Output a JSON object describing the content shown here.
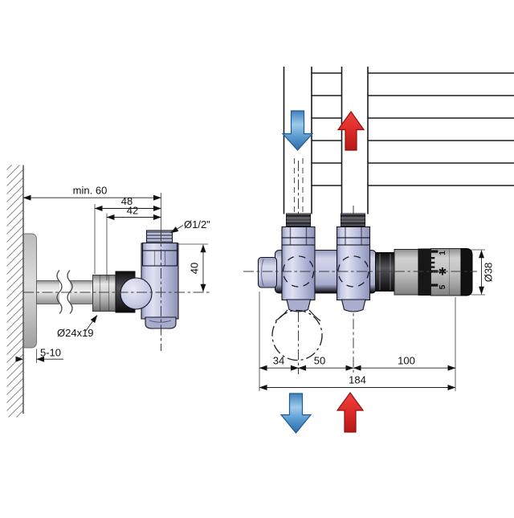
{
  "diagram": {
    "type": "technical-drawing",
    "subject": "radiator-valve-installation",
    "left_view": {
      "dim_wall_to_axis": "min. 60",
      "dim_48": "48",
      "dim_42": "42",
      "thread_label": "Ø1/2\"",
      "dim_height": "40",
      "nut_label": "Ø24x19",
      "dim_wall_gap": "5-10"
    },
    "right_view": {
      "dim_34": "34",
      "dim_50": "50",
      "dim_100": "100",
      "dim_total": "184",
      "head_diameter": "Ø38",
      "head_scale": {
        "max": "1",
        "frost": "✱",
        "min": "5"
      }
    },
    "colors": {
      "supply_arrow_red": "#e02c28",
      "return_arrow_blue": "#4a8cc6",
      "valve_body_lavender": "#c3c7e3",
      "thermo_head_gray": "#c0c0c0",
      "line_black": "#1a1a1a"
    }
  }
}
